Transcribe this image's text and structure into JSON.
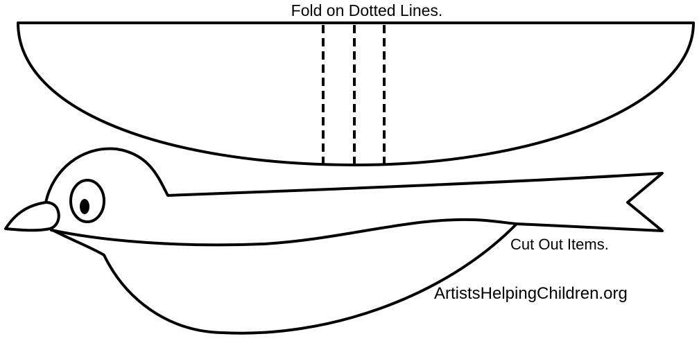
{
  "labels": {
    "fold_instruction": "Fold on Dotted Lines.",
    "cut_instruction": "Cut Out Items.",
    "website": "ArtistsHelpingChildren.org"
  },
  "colors": {
    "ink": "#000000",
    "paper": "#ffffff"
  }
}
